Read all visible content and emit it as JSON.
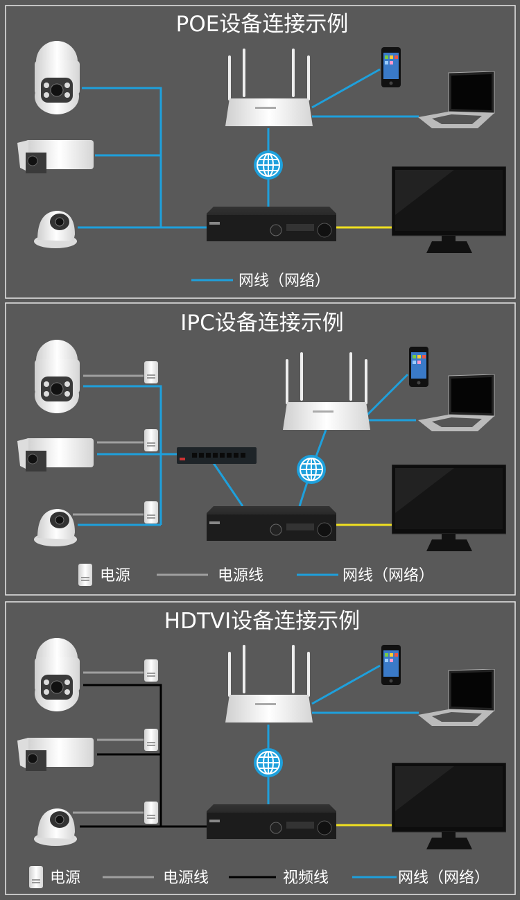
{
  "colors": {
    "background": "#595959",
    "network": "#1ea0dc",
    "power": "#a0a0a0",
    "video": "#000000",
    "display": "#f0e020"
  },
  "panels": [
    {
      "title": "POE设备连接示例",
      "legend": {
        "network": "网线（网络）"
      }
    },
    {
      "title": "IPC设备连接示例",
      "legend": {
        "adapter": "电源",
        "power": "电源线",
        "network": "网线（网络）"
      }
    },
    {
      "title": "HDTVI设备连接示例",
      "legend": {
        "adapter": "电源",
        "power": "电源线",
        "video": "视频线",
        "network": "网线（网络）"
      }
    }
  ]
}
